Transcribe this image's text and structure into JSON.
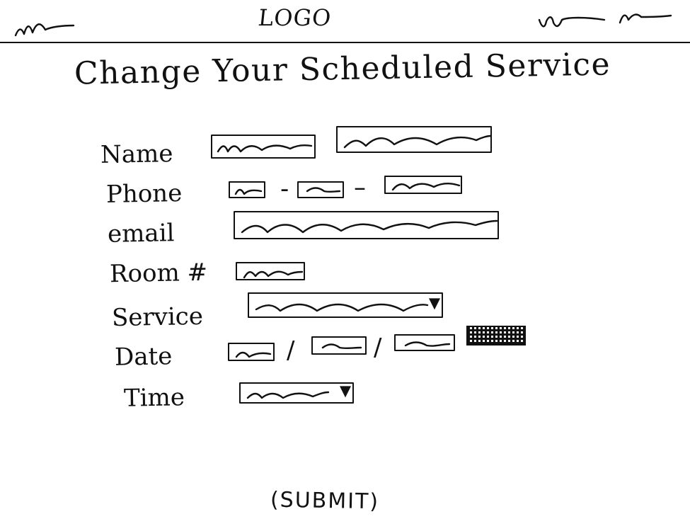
{
  "header": {
    "logo_text": "LOGO",
    "nav_left_icon": "squiggle-icon",
    "nav_right_icons": [
      "squiggle-icon",
      "squiggle-icon"
    ]
  },
  "page": {
    "title": "Change Your Scheduled Service"
  },
  "form": {
    "labels": {
      "name": "Name",
      "phone": "Phone",
      "email": "email",
      "room": "Room #",
      "service": "Service",
      "date": "Date",
      "time": "Time"
    },
    "phone_separators": [
      "-",
      "–"
    ],
    "date_separators": [
      "/",
      "/"
    ],
    "service_dropdown_icon": "triangle-down-icon",
    "time_dropdown_icon": "triangle-down-icon",
    "date_picker_icon": "calendar-icon"
  },
  "actions": {
    "submit_label": "(SUBMIT)"
  },
  "colors": {
    "ink": "#111111",
    "paper": "#ffffff"
  }
}
